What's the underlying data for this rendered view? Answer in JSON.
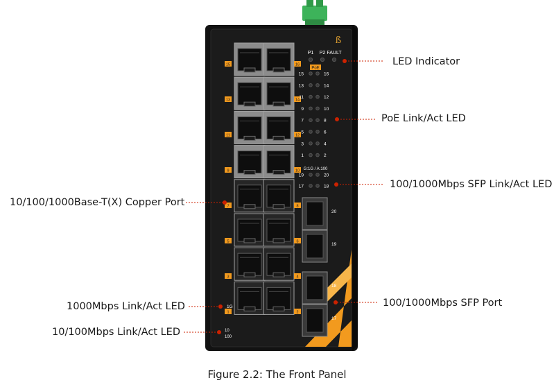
{
  "caption": "Figure 2.2: The Front Panel",
  "colors": {
    "led_label": "#cc2200",
    "port_badge": "#f29a1e",
    "chassis": "#121212",
    "terminal": "#3db35a"
  },
  "callouts": {
    "led_indicator": "LED Indicator",
    "poe_led": "PoE Link/Act LED",
    "sfp_led": "100/1000Mbps SFP Link/Act LED",
    "copper_port": "10/100/1000Base-T(X) Copper Port",
    "sfp_port": "100/1000Mbps SFP Port",
    "led_1000": "1000Mbps Link/Act LED",
    "led_10_100": "10/100Mbps Link/Act LED"
  },
  "panel": {
    "logo_glyph": "ß",
    "status_leds": [
      "P1",
      "P2",
      "FAULT"
    ],
    "poe_label": "PoE",
    "poe_rows": [
      [
        "15",
        "16"
      ],
      [
        "13",
        "14"
      ],
      [
        "11",
        "12"
      ],
      [
        "9",
        "10"
      ],
      [
        "7",
        "8"
      ],
      [
        "5",
        "6"
      ],
      [
        "3",
        "4"
      ],
      [
        "1",
        "2"
      ]
    ],
    "sfp_led_header": "G:1G / A:100",
    "sfp_led_rows": [
      [
        "19",
        "20"
      ],
      [
        "17",
        "18"
      ]
    ],
    "left_badges": [
      "15",
      "13",
      "11",
      "9",
      "7",
      "5",
      "3",
      "1"
    ],
    "right_badges": [
      "16",
      "14",
      "12",
      "10",
      "8",
      "6",
      "4",
      "2"
    ],
    "bottom_1g": "1G",
    "bottom_10": "10",
    "bottom_100": "100",
    "sfp_ports": [
      "20",
      "19",
      "18",
      "17"
    ]
  }
}
